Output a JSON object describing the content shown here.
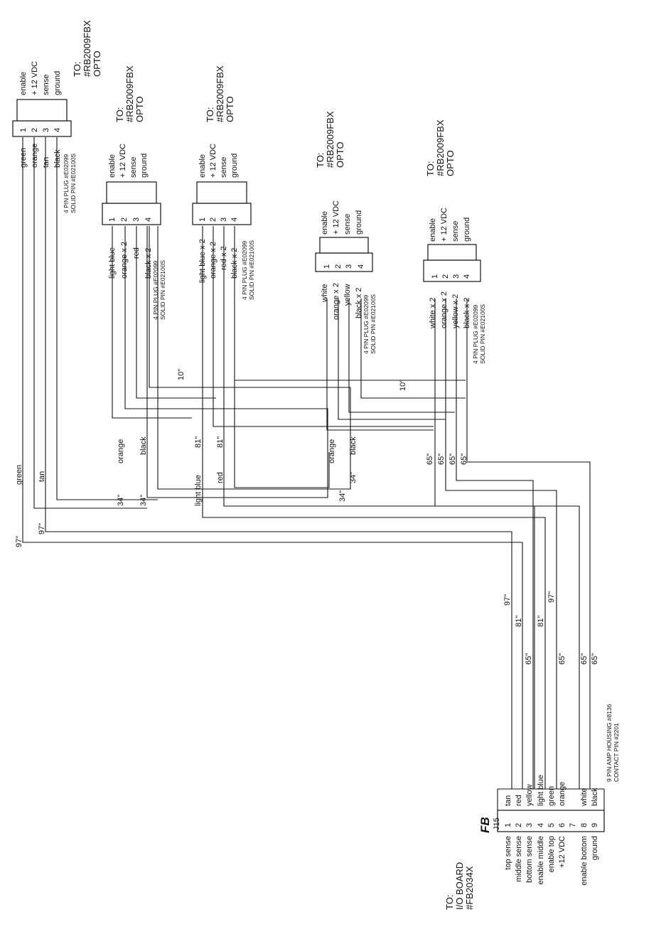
{
  "connectors": [
    {
      "to_label": [
        "TO:",
        "#RB2009FBX",
        "OPTO"
      ],
      "pins": [
        "1",
        "2",
        "3",
        "4"
      ],
      "functions": [
        "enable",
        "+ 12 VDC",
        "sense",
        "ground"
      ],
      "wires": [
        "green",
        "orange",
        "tan",
        "black"
      ],
      "plug_note": [
        "4 PIN PLUG #E02099",
        "SOLID PIN #E02100S"
      ]
    },
    {
      "to_label": [
        "TO:",
        "#RB2009FBX",
        "OPTO"
      ],
      "pins": [
        "1",
        "2",
        "3",
        "4"
      ],
      "functions": [
        "enable",
        "+ 12 VDC",
        "sense",
        "ground"
      ],
      "wires": [
        "light blue",
        "orange x 2",
        "red",
        "black x 2"
      ],
      "plug_note": [
        "4 PIN PLUG #E02099",
        "SOLID PIN #E02100S"
      ]
    },
    {
      "to_label": [
        "TO:",
        "#RB2009FBX",
        "OPTO"
      ],
      "pins": [
        "1",
        "2",
        "3",
        "4"
      ],
      "functions": [
        "enable",
        "+ 12 VDC",
        "sense",
        "ground"
      ],
      "wires": [
        "light blue x 2",
        "orange x 2",
        "red x 2",
        "black x 2"
      ],
      "plug_note": [
        "4 PIN PLUG #E02099",
        "SOLID PIN #E02100S"
      ]
    },
    {
      "to_label": [
        "TO:",
        "#RB2009FBX",
        "OPTO"
      ],
      "pins": [
        "1",
        "2",
        "3",
        "4"
      ],
      "functions": [
        "enable",
        "+ 12 VDC",
        "sense",
        "ground"
      ],
      "wires": [
        "white",
        "orange x 2",
        "yellow",
        "black x 2"
      ],
      "plug_note": [
        "4 PIN PLUG #E02099",
        "SOLID PIN #E02100S"
      ]
    },
    {
      "to_label": [
        "TO:",
        "#RB2009FBX",
        "OPTO"
      ],
      "pins": [
        "1",
        "2",
        "3",
        "4"
      ],
      "functions": [
        "enable",
        "+ 12 VDC",
        "sense",
        "ground"
      ],
      "wires": [
        "white x 2",
        "orange x 2",
        "yellow x 2",
        "black x 2"
      ],
      "plug_note": [
        "4 PIN PLUG #E02099",
        "SOLID PIN #E02100S"
      ]
    }
  ],
  "jumpers": [
    "10\"",
    "10\""
  ],
  "harness_labels": [
    {
      "color": "green",
      "length": "97\""
    },
    {
      "color": "tan",
      "length": "97\""
    },
    {
      "color": "orange",
      "length": "34\""
    },
    {
      "color": "black",
      "length": "34\""
    },
    {
      "color": "light blue",
      "length": "81\""
    },
    {
      "color": "red",
      "length": "81\""
    },
    {
      "color": "orange",
      "length": "34\""
    },
    {
      "color": "black",
      "length": "34\""
    },
    {
      "color": "",
      "length": "65\""
    },
    {
      "color": "",
      "length": "65\""
    },
    {
      "color": "",
      "length": "65\""
    },
    {
      "color": "",
      "length": "65\""
    }
  ],
  "main_connector": {
    "to_label": [
      "TO:",
      "I/O BOARD",
      "#FB2034X"
    ],
    "handwritten": "FB",
    "jack": "J15",
    "pins": [
      "1",
      "2",
      "3",
      "4",
      "5",
      "6",
      "7",
      "8",
      "9"
    ],
    "functions": [
      "top sense",
      "middle sense",
      "bottom sense",
      "enable middle",
      "enable top",
      "+12 VDC",
      "",
      "enable bottom",
      "ground"
    ],
    "wires": [
      "tan",
      "red",
      "yellow",
      "light blue",
      "green",
      "orange",
      "",
      "white",
      "black"
    ],
    "lengths": [
      "97\"",
      "81\"",
      "65\"",
      "81\"",
      "97\"",
      "65\"",
      "",
      "65\"",
      "65\""
    ],
    "housing_note": [
      "9 PIN AMP HOUSING #8136",
      "CONTACT PIN #2201"
    ]
  }
}
